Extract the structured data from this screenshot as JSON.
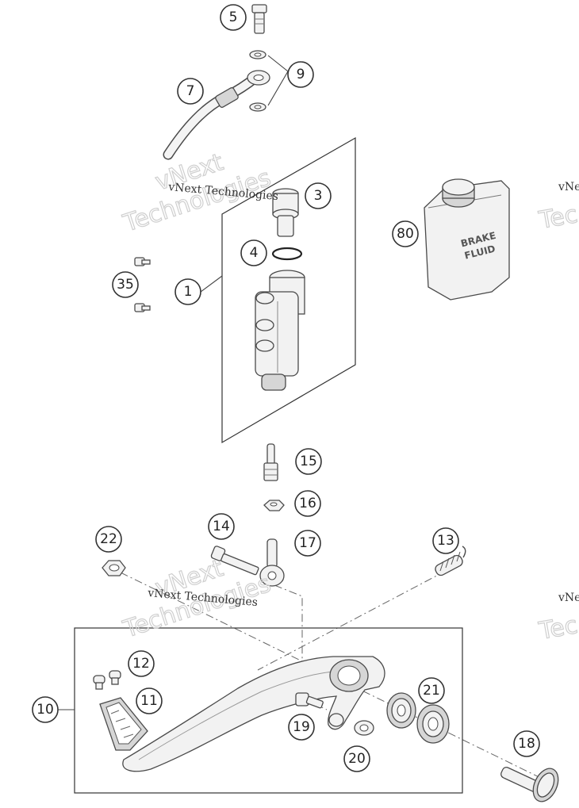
{
  "callouts": [
    {
      "id": "5",
      "label": "5"
    },
    {
      "id": "9",
      "label": "9"
    },
    {
      "id": "7",
      "label": "7"
    },
    {
      "id": "3",
      "label": "3"
    },
    {
      "id": "4",
      "label": "4"
    },
    {
      "id": "35",
      "label": "35"
    },
    {
      "id": "1",
      "label": "1"
    },
    {
      "id": "80",
      "label": "80"
    },
    {
      "id": "15",
      "label": "15"
    },
    {
      "id": "16",
      "label": "16"
    },
    {
      "id": "14",
      "label": "14"
    },
    {
      "id": "17",
      "label": "17"
    },
    {
      "id": "22",
      "label": "22"
    },
    {
      "id": "13",
      "label": "13"
    },
    {
      "id": "12",
      "label": "12"
    },
    {
      "id": "11",
      "label": "11"
    },
    {
      "id": "10",
      "label": "10"
    },
    {
      "id": "21",
      "label": "21"
    },
    {
      "id": "19",
      "label": "19"
    },
    {
      "id": "20",
      "label": "20"
    },
    {
      "id": "18",
      "label": "18"
    }
  ],
  "can": {
    "line1": "BRAKE",
    "line2": "FLUID"
  },
  "watermark": {
    "small": "vNext Technologies",
    "big_top": "vNext",
    "big_bottom": "Technologies",
    "edge_small": "vNe",
    "edge_big": "Tec"
  }
}
